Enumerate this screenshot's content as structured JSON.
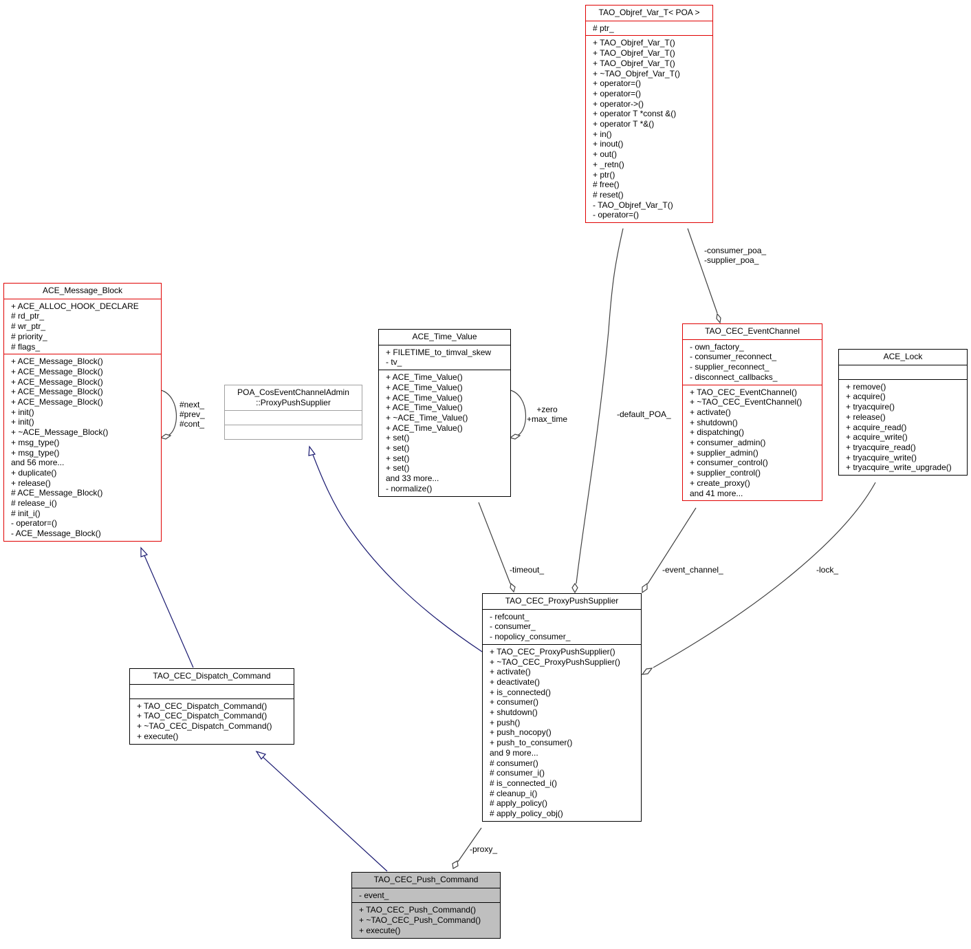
{
  "classes": {
    "objref": {
      "name": "TAO_Objref_Var_T< POA >",
      "attributes": [
        "# ptr_"
      ],
      "methods": [
        "+ TAO_Objref_Var_T()",
        "+ TAO_Objref_Var_T()",
        "+ TAO_Objref_Var_T()",
        "+ ~TAO_Objref_Var_T()",
        "+ operator=()",
        "+ operator=()",
        "+ operator->()",
        "+ operator T *const &()",
        "+ operator T *&()",
        "+ in()",
        "+ inout()",
        "+ out()",
        "+ _retn()",
        "+ ptr()",
        "# free()",
        "# reset()",
        "- TAO_Objref_Var_T()",
        "- operator=()"
      ]
    },
    "message_block": {
      "name": "ACE_Message_Block",
      "attributes": [
        "+ ACE_ALLOC_HOOK_DECLARE",
        "# rd_ptr_",
        "# wr_ptr_",
        "# priority_",
        "# flags_"
      ],
      "methods": [
        "+ ACE_Message_Block()",
        "+ ACE_Message_Block()",
        "+ ACE_Message_Block()",
        "+ ACE_Message_Block()",
        "+ ACE_Message_Block()",
        "+ init()",
        "+ init()",
        "+ ~ACE_Message_Block()",
        "+ msg_type()",
        "+ msg_type()",
        "and 56 more...",
        "+ duplicate()",
        "+ release()",
        "# ACE_Message_Block()",
        "# release_i()",
        "# init_i()",
        "- operator=()",
        "- ACE_Message_Block()"
      ]
    },
    "poa_proxy": {
      "name": "POA_CosEventChannelAdmin\n::ProxyPushSupplier",
      "attributes": [],
      "methods": []
    },
    "time_value": {
      "name": "ACE_Time_Value",
      "attributes": [
        "+ FILETIME_to_timval_skew",
        "- tv_"
      ],
      "methods": [
        "+ ACE_Time_Value()",
        "+ ACE_Time_Value()",
        "+ ACE_Time_Value()",
        "+ ACE_Time_Value()",
        "+ ~ACE_Time_Value()",
        "+ ACE_Time_Value()",
        "+ set()",
        "+ set()",
        "+ set()",
        "+ set()",
        "and 33 more...",
        "- normalize()"
      ]
    },
    "event_channel": {
      "name": "TAO_CEC_EventChannel",
      "attributes": [
        "- own_factory_",
        "- consumer_reconnect_",
        "- supplier_reconnect_",
        "- disconnect_callbacks_"
      ],
      "methods": [
        "+ TAO_CEC_EventChannel()",
        "+ ~TAO_CEC_EventChannel()",
        "+ activate()",
        "+ shutdown()",
        "+ dispatching()",
        "+ consumer_admin()",
        "+ supplier_admin()",
        "+ consumer_control()",
        "+ supplier_control()",
        "+ create_proxy()",
        "and 41 more..."
      ]
    },
    "ace_lock": {
      "name": "ACE_Lock",
      "attributes": [],
      "methods": [
        "+ remove()",
        "+ acquire()",
        "+ tryacquire()",
        "+ release()",
        "+ acquire_read()",
        "+ acquire_write()",
        "+ tryacquire_read()",
        "+ tryacquire_write()",
        "+ tryacquire_write_upgrade()"
      ]
    },
    "proxy_push_supplier": {
      "name": "TAO_CEC_ProxyPushSupplier",
      "attributes": [
        "- refcount_",
        "- consumer_",
        "- nopolicy_consumer_"
      ],
      "methods": [
        "+ TAO_CEC_ProxyPushSupplier()",
        "+ ~TAO_CEC_ProxyPushSupplier()",
        "+ activate()",
        "+ deactivate()",
        "+ is_connected()",
        "+ consumer()",
        "+ shutdown()",
        "+ push()",
        "+ push_nocopy()",
        "+ push_to_consumer()",
        "and 9 more...",
        "# consumer()",
        "# consumer_i()",
        "# is_connected_i()",
        "# cleanup_i()",
        "# apply_policy()",
        "# apply_policy_obj()"
      ]
    },
    "dispatch_command": {
      "name": "TAO_CEC_Dispatch_Command",
      "attributes": [],
      "methods": [
        "+ TAO_CEC_Dispatch_Command()",
        "+ TAO_CEC_Dispatch_Command()",
        "+ ~TAO_CEC_Dispatch_Command()",
        "+ execute()"
      ]
    },
    "push_command": {
      "name": "TAO_CEC_Push_Command",
      "attributes": [
        "- event_"
      ],
      "methods": [
        "+ TAO_CEC_Push_Command()",
        "+ ~TAO_CEC_Push_Command()",
        "+ execute()"
      ]
    }
  },
  "edge_labels": {
    "mb_self": "#next_\n#prev_\n#cont_",
    "tv_self": "+zero\n+max_time",
    "poa_pair": "-consumer_poa_\n-supplier_poa_",
    "default_poa": "-default_POA_",
    "timeout": "-timeout_",
    "event_channel": "-event_channel_",
    "lock": "-lock_",
    "proxy": "-proxy_"
  },
  "colors": {
    "inheritance_edge": "#191970",
    "association_edge": "#404040",
    "highlight_border": "#e00000",
    "external_border": "#a0a0a0",
    "focus_fill": "#bfbfbf"
  }
}
